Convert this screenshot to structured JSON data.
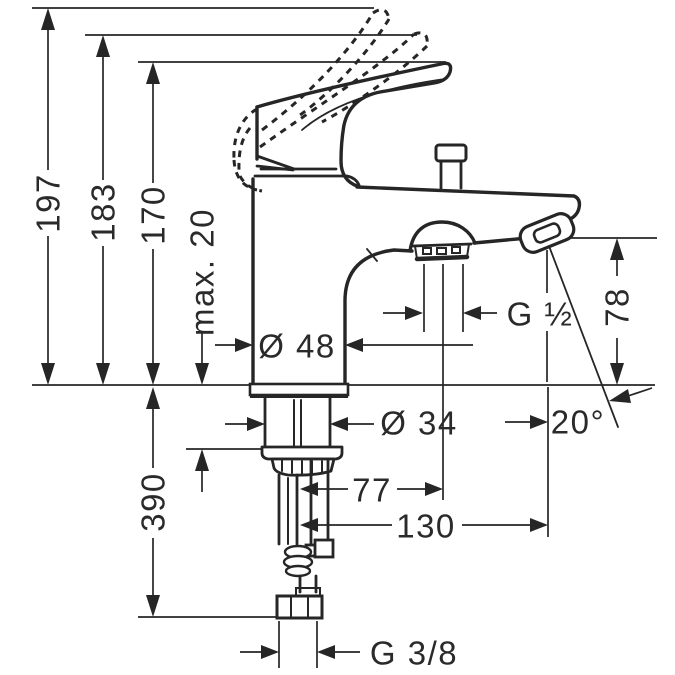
{
  "drawing": {
    "description": "Technical dimension drawing (front view) of a single-lever bath mixer tap with diverter knob, downward bath spout, angled shower-hose outlet and below-deck mounting shank with flexible connection hoses",
    "units": "mm",
    "background_color": "#ffffff",
    "line_color": "#262626",
    "labels": {
      "height_max": "197",
      "height_mid": "183",
      "height_min": "170",
      "deck_thickness": "max. 20",
      "body_diameter": "Ø 48",
      "spout_thread": "G ½",
      "outlet_height": "78",
      "shank_diameter": "Ø 34",
      "outlet_angle": "20°",
      "spout_reach": "77",
      "outlet_reach": "130",
      "hose_length": "390",
      "hose_thread": "G 3/8"
    }
  }
}
